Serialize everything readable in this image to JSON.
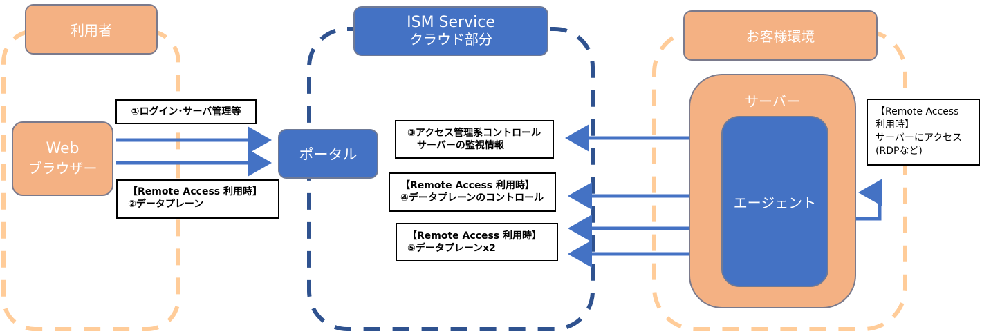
{
  "diagram": {
    "groups": {
      "user": {
        "title": "利用者"
      },
      "cloud": {
        "title_line1": "ISM Service",
        "title_line2": "クラウド部分"
      },
      "customer": {
        "title": "お客様環境"
      }
    },
    "nodes": {
      "browser": {
        "line1": "Web",
        "line2": "ブラウザー"
      },
      "portal": {
        "label": "ポータル"
      },
      "server": {
        "label": "サーバー"
      },
      "agent": {
        "label": "エージェント"
      }
    },
    "flows": [
      {
        "id": "1",
        "lines": [
          "①ログイン･サーバ管理等"
        ],
        "direction": "browser-to-portal"
      },
      {
        "id": "2",
        "lines": [
          "【Remote Access 利用時】",
          "②データプレーン"
        ],
        "direction": "browser-to-portal"
      },
      {
        "id": "3",
        "lines": [
          "③アクセス管理系コントロール",
          "　サーバーの監視情報"
        ],
        "direction": "agent-to-portal"
      },
      {
        "id": "4",
        "lines": [
          "【Remote Access 利用時】",
          "④データプレーンのコントロール"
        ],
        "direction": "agent-to-portal"
      },
      {
        "id": "5",
        "lines": [
          "【Remote Access 利用時】",
          "⑤データプレーンx2"
        ],
        "direction": "agent-to-portal"
      }
    ],
    "side_note": {
      "lines": [
        "【Remote Access",
        "利用時】",
        "サーバーにアクセス",
        "(RDPなど)"
      ]
    },
    "colors": {
      "orange_fill": "#f4b183",
      "orange_dash": "#ffcc99",
      "blue_fill": "#4472c4",
      "navy_dash": "#2f528f",
      "arrow": "#4472c4"
    }
  }
}
